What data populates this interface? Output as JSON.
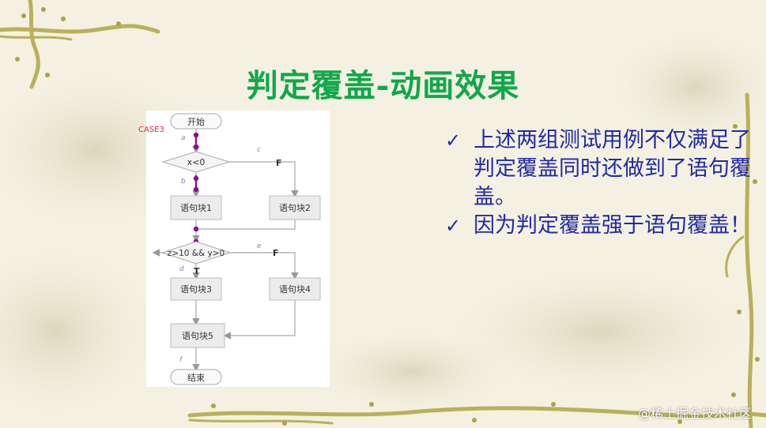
{
  "slide": {
    "title": "判定覆盖-动画效果",
    "bullets": [
      "上述两组测试用例不仅满足了判定覆盖同时还做到了语句覆盖。",
      "因为判定覆盖强于语句覆盖！"
    ],
    "bullet_icon": "checkmark-icon",
    "colors": {
      "title": "#10a84a",
      "bullets": "#1f2aa8",
      "case_label": "#e0283a",
      "path_dot": "#8a0f86"
    }
  },
  "flowchart": {
    "case_label": "CASE3",
    "start": "开始",
    "end": "结束",
    "decision1": "x<0",
    "decision2": "z>10 && y>0",
    "blocks": [
      "语句块1",
      "语句块2",
      "语句块3",
      "语句块4",
      "语句块5"
    ],
    "true_label": "T",
    "false_label": "F",
    "path_labels": {
      "a": "a",
      "b": "b",
      "c": "c",
      "d": "d",
      "e": "e",
      "f": "f"
    }
  },
  "watermark": "@稀土掘金技术社区"
}
